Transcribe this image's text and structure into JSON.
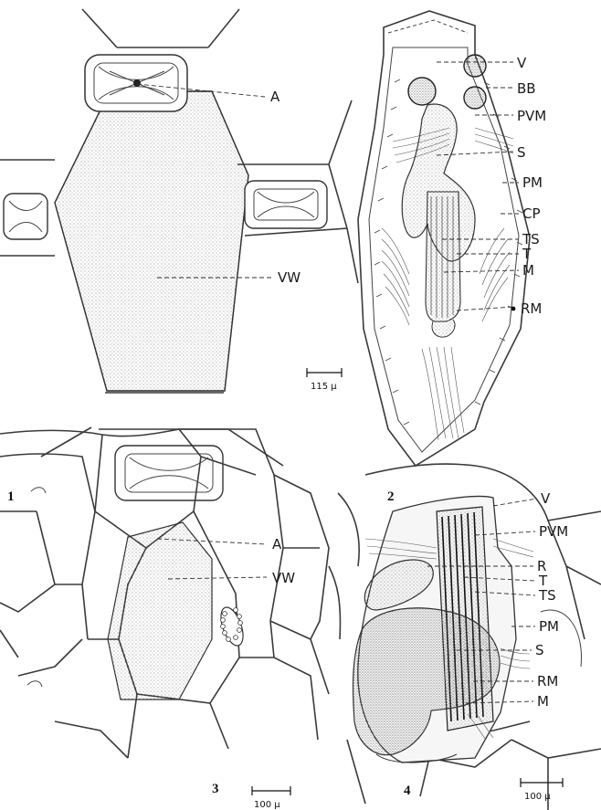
{
  "figures": [
    {
      "number": "1",
      "labels": [
        "A",
        "VW"
      ],
      "scale_bar": "115 µ"
    },
    {
      "number": "2",
      "labels": [
        "V",
        "BB",
        "PVM",
        "S",
        "PM",
        "CP",
        "TS",
        "T",
        "M",
        "RM"
      ]
    },
    {
      "number": "3",
      "labels": [
        "A",
        "VW"
      ],
      "scale_bar": "100 µ"
    },
    {
      "number": "4",
      "labels": [
        "V",
        "PVM",
        "R",
        "T",
        "TS",
        "PM",
        "S",
        "RM",
        "M"
      ],
      "scale_bar": "100 µ"
    }
  ],
  "colors": {
    "ink": "#1a1a1a",
    "background": "#ffffff",
    "stipple": "#6a6a6a"
  }
}
